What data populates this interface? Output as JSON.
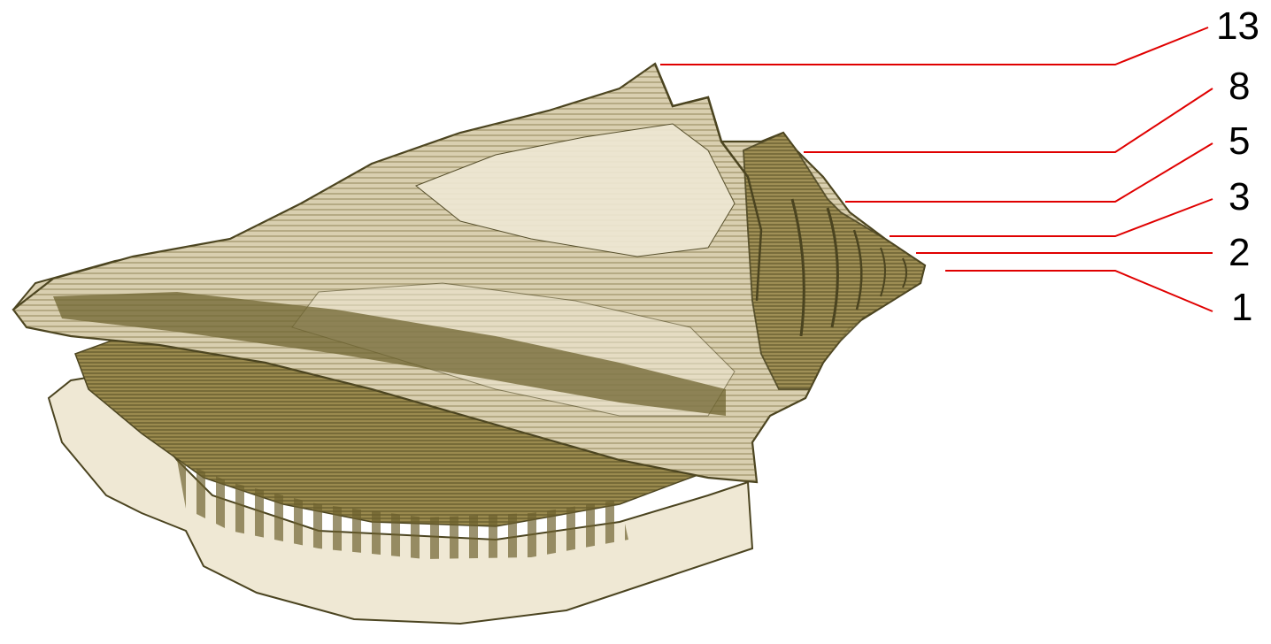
{
  "colors": {
    "leader_line": "#e00000",
    "shell_base": "#d9cfb0",
    "shell_light": "#efe8d4",
    "shell_dark": "#6f6430",
    "shell_mid": "#9a8a4e",
    "outline": "#4b4420"
  },
  "illustration": "shell-engraving",
  "labels": [
    {
      "id": "13",
      "text": "13"
    },
    {
      "id": "8",
      "text": "8"
    },
    {
      "id": "5",
      "text": "5"
    },
    {
      "id": "3",
      "text": "3"
    },
    {
      "id": "2",
      "text": "2"
    },
    {
      "id": "1",
      "text": "1"
    }
  ]
}
